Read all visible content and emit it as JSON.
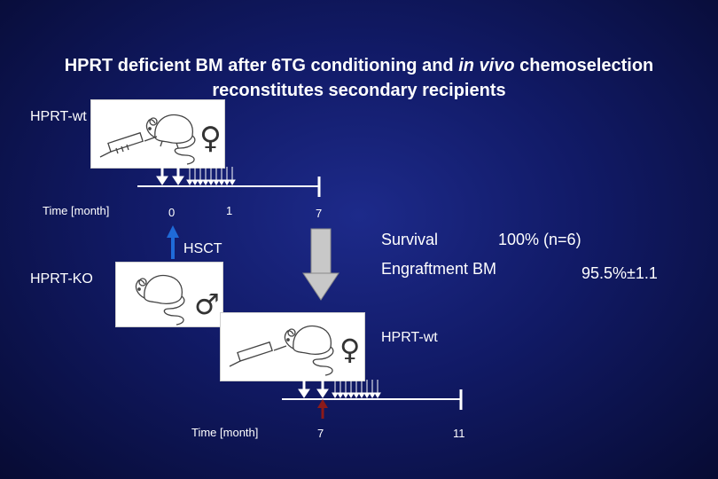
{
  "title": {
    "line1_a": "HPRT deficient BM after 6TG conditioning and ",
    "line1_italic": "in vivo",
    "line1_b": " chemoselection",
    "line2": "reconstitutes secondary recipients"
  },
  "donor_top": {
    "label": "HPRT-wt",
    "symbol": "♀",
    "icons": [
      "mouse-icon",
      "syringe-icon",
      "female-symbol-icon"
    ]
  },
  "timeline_top": {
    "axis_label": "Time  [month]",
    "ticks": [
      "0",
      "1",
      "7"
    ]
  },
  "hsct": {
    "label": "HSCT"
  },
  "donor_ko": {
    "label": "HPRT-KO",
    "symbol": "♂",
    "icons": [
      "mouse-icon",
      "male-symbol-icon"
    ]
  },
  "results": {
    "survival_label": "Survival",
    "survival_value": "100%  (n=6)",
    "engraftment_label": "Engraftment BM",
    "engraftment_value": "95.5%±1.1"
  },
  "recipient_bottom": {
    "label": "HPRT-wt",
    "symbol": "♀",
    "icons": [
      "mouse-icon",
      "syringe-icon",
      "female-symbol-icon"
    ]
  },
  "timeline_bottom": {
    "axis_label": "Time  [month]",
    "ticks": [
      "7",
      "11"
    ]
  },
  "colors": {
    "background": "#111a66",
    "text": "#ffffff",
    "hsct_arrow": "#1f6ad8",
    "transplant_arrow": "#8b1a1a"
  }
}
